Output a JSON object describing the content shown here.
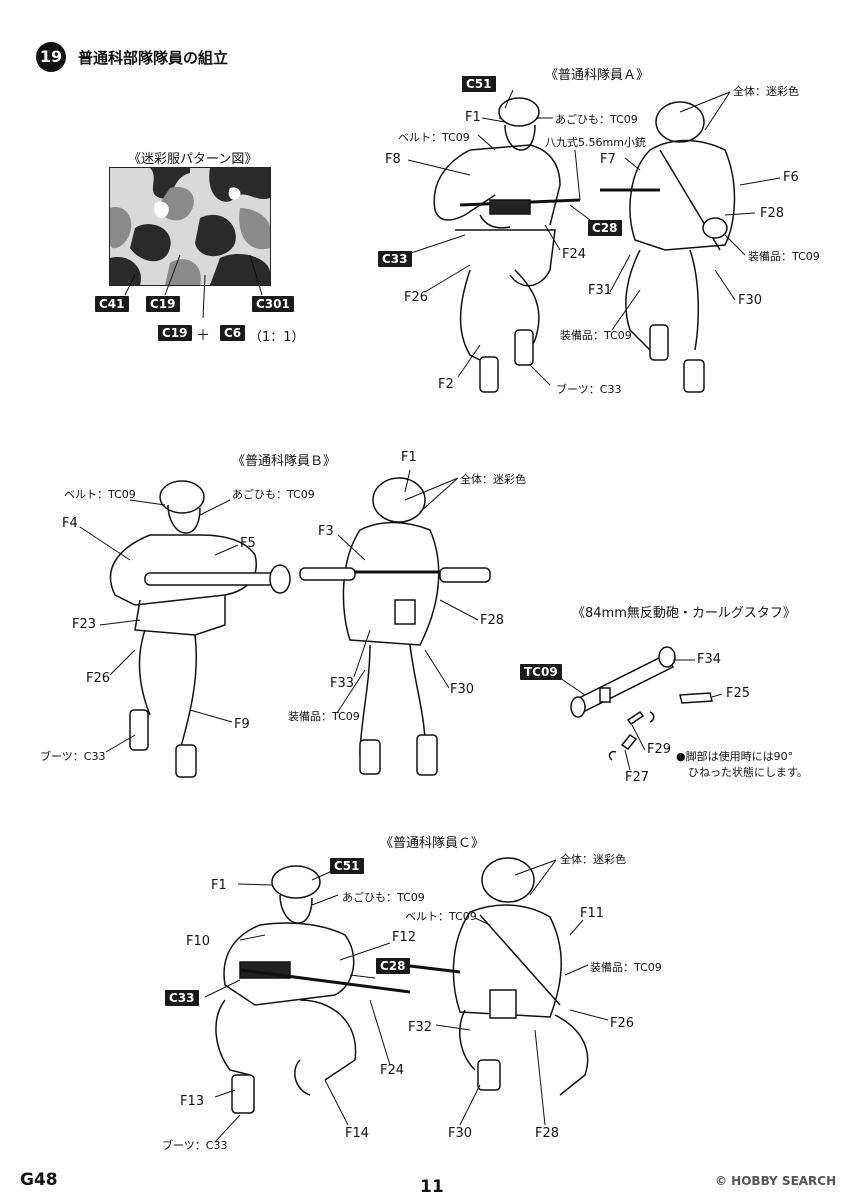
{
  "step": {
    "number": "19",
    "title": "普通科部隊隊員の組立"
  },
  "camo": {
    "title": "《迷彩服パターン図》",
    "badges": [
      "C41",
      "C19",
      "C301"
    ],
    "mix_a": "C19",
    "plus": "＋",
    "mix_b": "C6",
    "ratio": "（1：1）"
  },
  "fig_a": {
    "title": "《普通科隊員Ａ》",
    "labels": {
      "c51": "C51",
      "f1": "F1",
      "agohimo": "あごひも：TC09",
      "belt": "ベルト：TC09",
      "f8": "F8",
      "gun": "八九式5.56mm小銃",
      "f7": "F7",
      "c28": "C28",
      "c33": "C33",
      "f24": "F24",
      "f26": "F26",
      "f31": "F31",
      "soubi1": "装備品：TC09",
      "f2": "F2",
      "boots": "ブーツ：C33",
      "zentai": "全体：迷彩色",
      "f6": "F6",
      "f28": "F28",
      "soubi2": "装備品：TC09",
      "f30": "F30"
    }
  },
  "fig_b": {
    "title": "《普通科隊員Ｂ》",
    "labels": {
      "belt": "ベルト：TC09",
      "agohimo": "あごひも：TC09",
      "f1": "F1",
      "zentai": "全体：迷彩色",
      "f4": "F4",
      "f5": "F5",
      "f3": "F3",
      "f23": "F23",
      "f28": "F28",
      "f26": "F26",
      "f33": "F33",
      "f30": "F30",
      "soubi": "装備品：TC09",
      "f9": "F9",
      "boots": "ブーツ：C33"
    }
  },
  "fig_carl": {
    "title": "《84mm無反動砲・カールグスタフ》",
    "labels": {
      "tc09": "TC09",
      "f34": "F34",
      "f25": "F25",
      "f29": "F29",
      "f27": "F27",
      "note1": "●脚部は使用時には90°",
      "note2": "ひねった状態にします。"
    }
  },
  "fig_c": {
    "title": "《普通科隊員Ｃ》",
    "labels": {
      "c51": "C51",
      "f1": "F1",
      "agohimo": "あごひも：TC09",
      "f10": "F10",
      "f12": "F12",
      "c28": "C28",
      "c33": "C33",
      "f24": "F24",
      "f13": "F13",
      "f14": "F14",
      "boots": "ブーツ：C33",
      "zentai": "全体：迷彩色",
      "belt": "ベルト：TC09",
      "f11": "F11",
      "soubi": "装備品：TC09",
      "f26": "F26",
      "f32": "F32",
      "f30": "F30",
      "f28": "F28"
    }
  },
  "footer": {
    "code": "G48",
    "page": "11",
    "watermark": "© HOBBY SEARCH"
  },
  "colors": {
    "ink": "#111111",
    "badge": "#1a1a1a",
    "camo_dark": "#2a2a2a",
    "camo_mid": "#8a8a8a",
    "camo_light": "#d9d9d9"
  }
}
